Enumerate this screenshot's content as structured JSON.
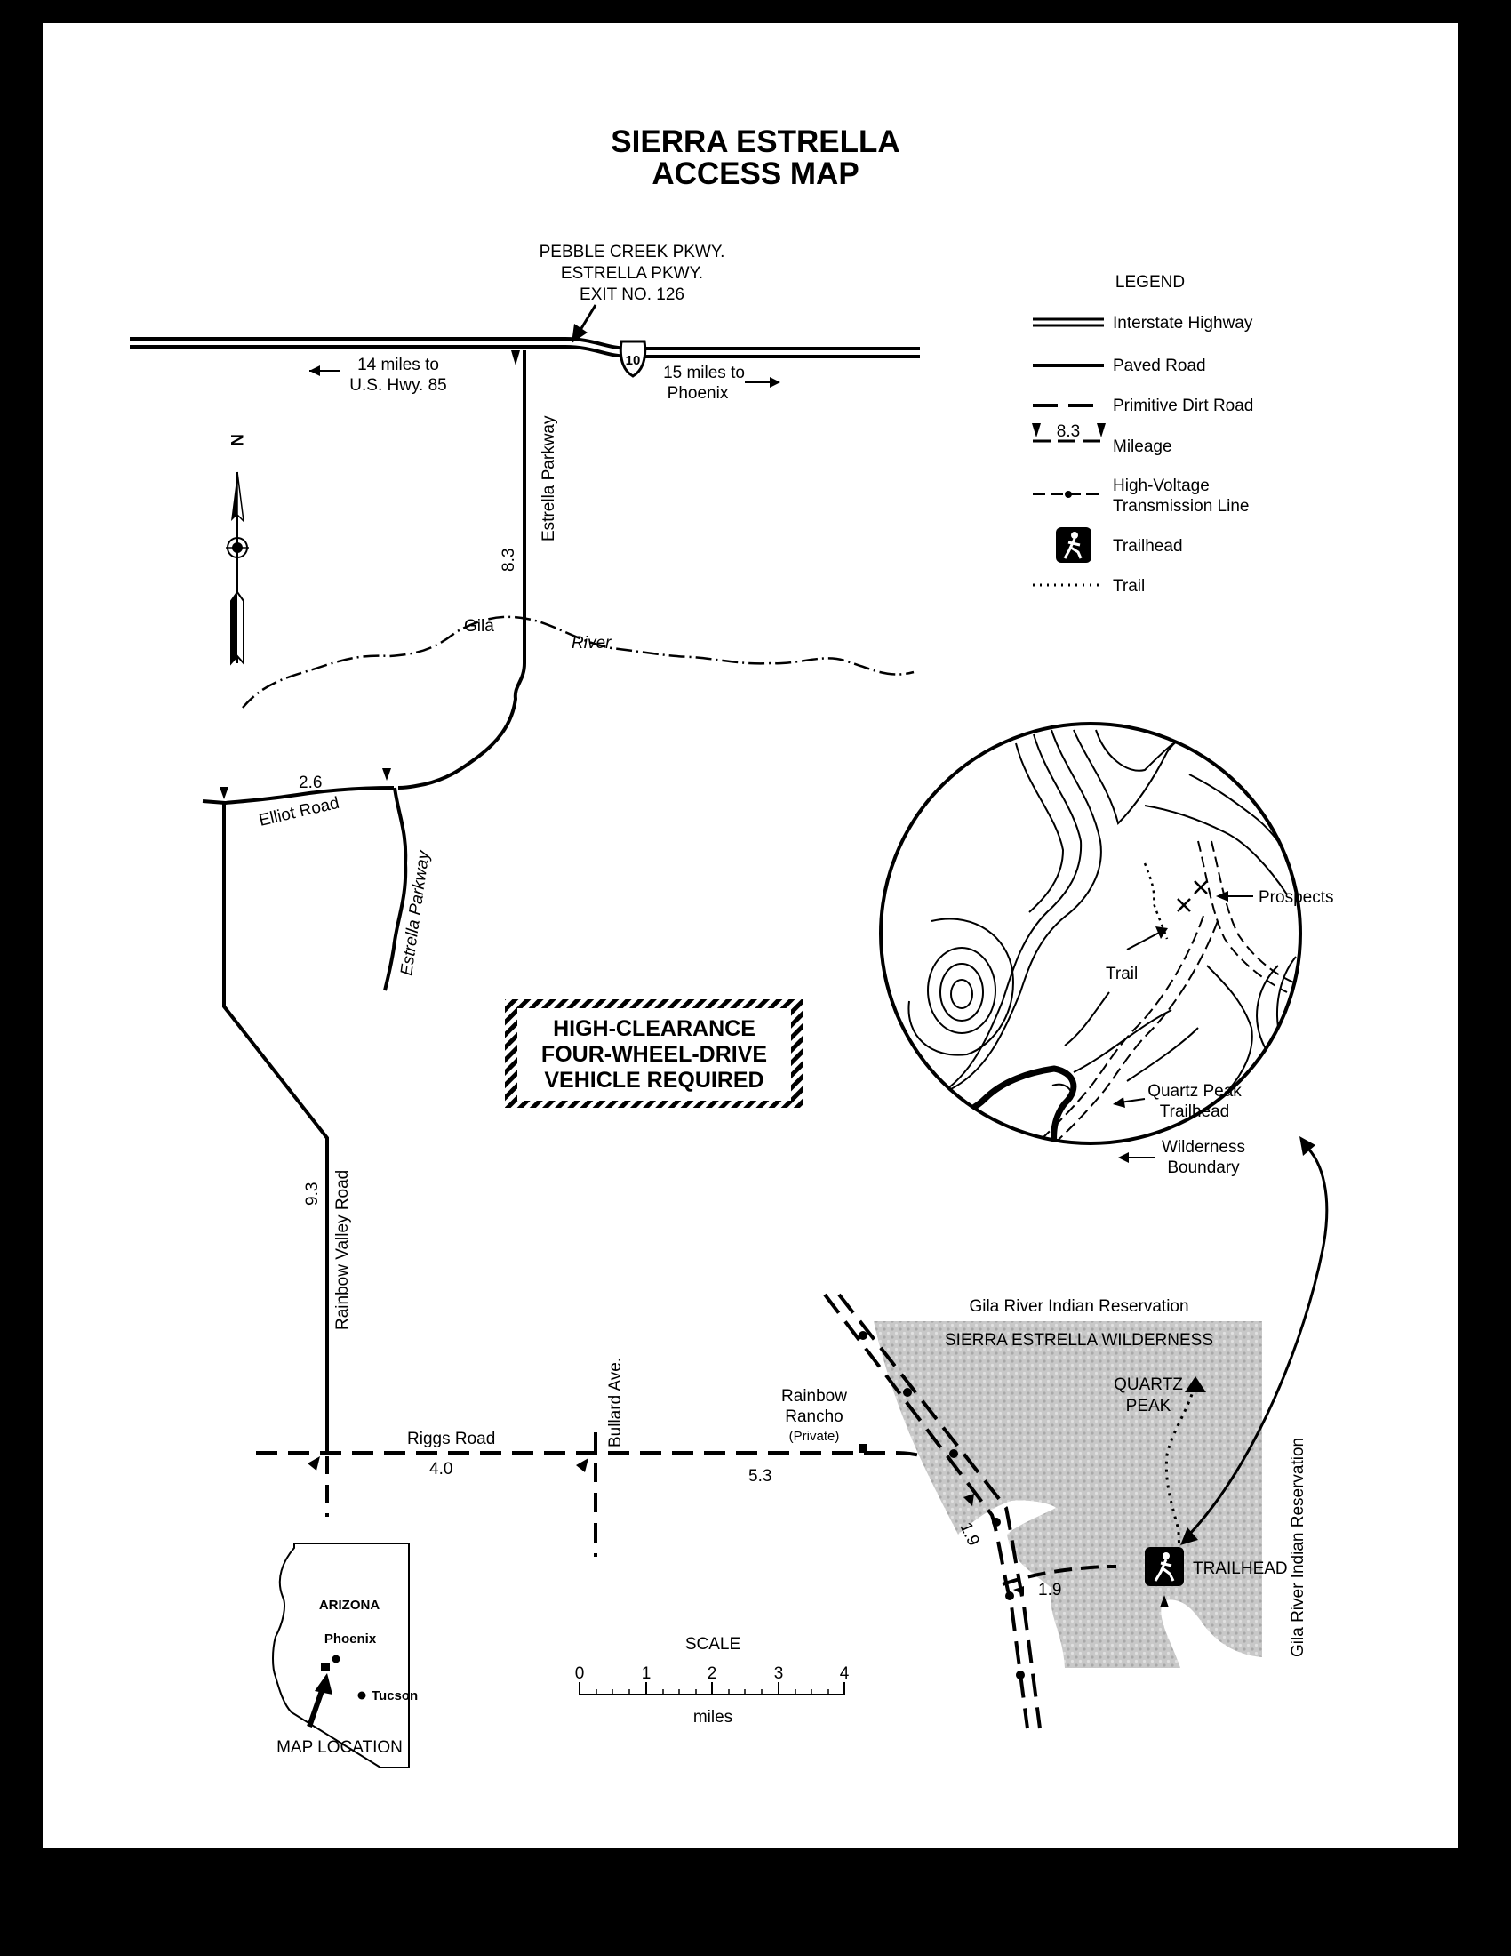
{
  "map": {
    "title_line1": "SIERRA ESTRELLA",
    "title_line2": "ACCESS MAP",
    "exit_label": {
      "line1": "PEBBLE CREEK PKWY.",
      "line2": "ESTRELLA PKWY.",
      "line3": "EXIT NO. 126"
    },
    "interstate_shield": "10",
    "west_distance": {
      "line1": "14 miles to",
      "line2": "U.S. Hwy. 85"
    },
    "east_distance": {
      "line1": "15 miles to",
      "line2": "Phoenix"
    },
    "north_letter": "N",
    "roads": {
      "estrella_parkway": "Estrella Parkway",
      "elliot_road": "Elliot Road",
      "rainbow_valley_road": "Rainbow Valley Road",
      "riggs_road": "Riggs Road",
      "bullard_ave": "Bullard Ave."
    },
    "mileage": {
      "estrella_north": "8.3",
      "elliot": "2.6",
      "rainbow_valley": "9.3",
      "riggs_west": "4.0",
      "riggs_east": "5.3",
      "diagonal": "1.9",
      "trailhead_spur": "1.9"
    },
    "river": {
      "word1": "Gila",
      "word2": "River"
    },
    "warning": {
      "line1": "HIGH-CLEARANCE",
      "line2": "FOUR-WHEEL-DRIVE",
      "line3": "VEHICLE REQUIRED"
    },
    "legend": {
      "title": "LEGEND",
      "items": [
        "Interstate Highway",
        "Paved Road",
        "Primitive Dirt Road",
        "Mileage",
        "High-Voltage",
        "Transmission Line",
        "Trailhead",
        "Trail"
      ],
      "mileage_sample": "8.3"
    },
    "inset": {
      "prospects": "Prospects",
      "trail": "Trail",
      "quartz_peak_trailhead_1": "Quartz Peak",
      "quartz_peak_trailhead_2": "Trailhead",
      "wilderness_boundary_1": "Wilderness",
      "wilderness_boundary_2": "Boundary"
    },
    "reservation_top": "Gila River Indian Reservation",
    "reservation_side": "Gila River Indian Reservation",
    "wilderness": "SIERRA ESTRELLA WILDERNESS",
    "quartz_peak_1": "QUARTZ",
    "quartz_peak_2": "PEAK",
    "rancho": {
      "line1": "Rainbow",
      "line2": "Rancho",
      "line3": "(Private)"
    },
    "trailhead_label": "TRAILHEAD",
    "arizona": {
      "state": "ARIZONA",
      "phoenix": "Phoenix",
      "tucson": "Tucson",
      "map_location": "MAP LOCATION"
    },
    "scale": {
      "title": "SCALE",
      "ticks": [
        "0",
        "1",
        "2",
        "3",
        "4"
      ],
      "unit": "miles"
    }
  }
}
